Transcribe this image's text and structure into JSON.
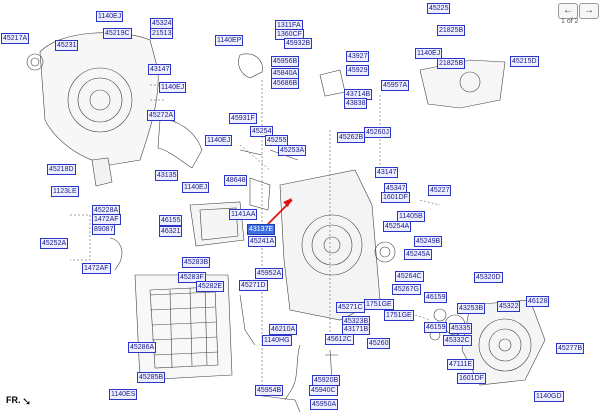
{
  "viewer": {
    "back": "←",
    "next": "→",
    "page": "1 of 2"
  },
  "orientation": "FR.",
  "highlighted": "43137E",
  "labels": [
    "1140EJ",
    "45324",
    "45219C",
    "21513",
    "45217A",
    "45231",
    "43147",
    "1140EJ",
    "45272A",
    "45218D",
    "1123LE",
    "45228A",
    "1472AF",
    "89087",
    "45252A",
    "1472AF",
    "46155",
    "46321",
    "45283B",
    "45283F",
    "45282E",
    "45286A",
    "45285B",
    "1140ES",
    "43135",
    "1140EJ",
    "1140EJ",
    "45931F",
    "45254",
    "45255",
    "45253A",
    "48648",
    "1141AA",
    "43137E",
    "45241A",
    "1311FA",
    "1360CF",
    "45932B",
    "1140EP",
    "45956B",
    "45840A",
    "45686B",
    "43927",
    "45929",
    "43714B",
    "43838",
    "45957A",
    "45225",
    "21825B",
    "1140EJ",
    "21825B",
    "45215D",
    "45260J",
    "45262B",
    "43147",
    "45347",
    "1601DF",
    "45227",
    "11405B",
    "45254A",
    "45249B",
    "45245A",
    "45264C",
    "45267G",
    "1751GE",
    "45271C",
    "1751GE",
    "45323B",
    "43171B",
    "45612C",
    "45260",
    "45952A",
    "45271D",
    "46210A",
    "1140HG",
    "45920B",
    "45954B",
    "45940C",
    "45950A",
    "45320D",
    "46159",
    "43253B",
    "45322",
    "46128",
    "46159",
    "45335",
    "45332C",
    "47111E",
    "1601DF",
    "45277B",
    "1140GD"
  ]
}
